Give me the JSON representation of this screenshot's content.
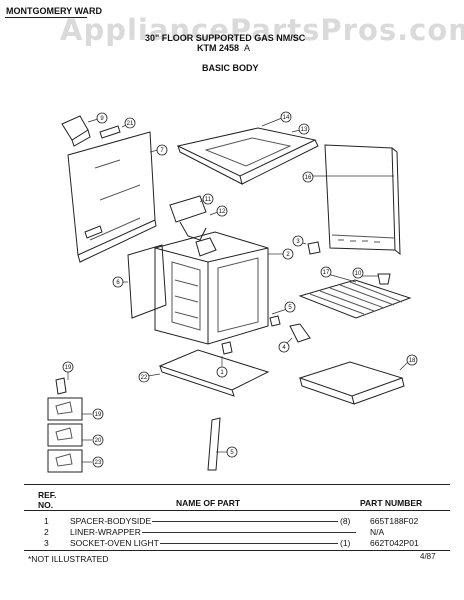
{
  "brand": "MONTGOMERY WARD",
  "watermark": "AppliancePartsPros.com",
  "title": {
    "line1": "30\" FLOOR SUPPORTED GAS NM/SC",
    "line2": "KTM 2458",
    "revision": "A"
  },
  "section": "BASIC BODY",
  "callouts": [
    "9",
    "21",
    "7",
    "14",
    "13",
    "11",
    "12",
    "16",
    "3",
    "2",
    "6",
    "17",
    "10",
    "5",
    "4",
    "1",
    "22",
    "18",
    "19",
    "19",
    "20",
    "23",
    "5"
  ],
  "table": {
    "headers": {
      "ref": "REF.",
      "no": "NO.",
      "name": "NAME OF PART",
      "part": "PART NUMBER"
    },
    "rows": [
      {
        "ref": "1",
        "name": "SPACER-BODYSIDE",
        "qty": "(8)",
        "part": "665T188F02"
      },
      {
        "ref": "2",
        "name": "LINER-WRAPPER",
        "qty": "",
        "part": "N/A"
      },
      {
        "ref": "3",
        "name": "SOCKET-OVEN LIGHT",
        "qty": "(1)",
        "part": "662T042P01"
      }
    ]
  },
  "footnote": "*NOT ILLUSTRATED",
  "date": "4/87"
}
